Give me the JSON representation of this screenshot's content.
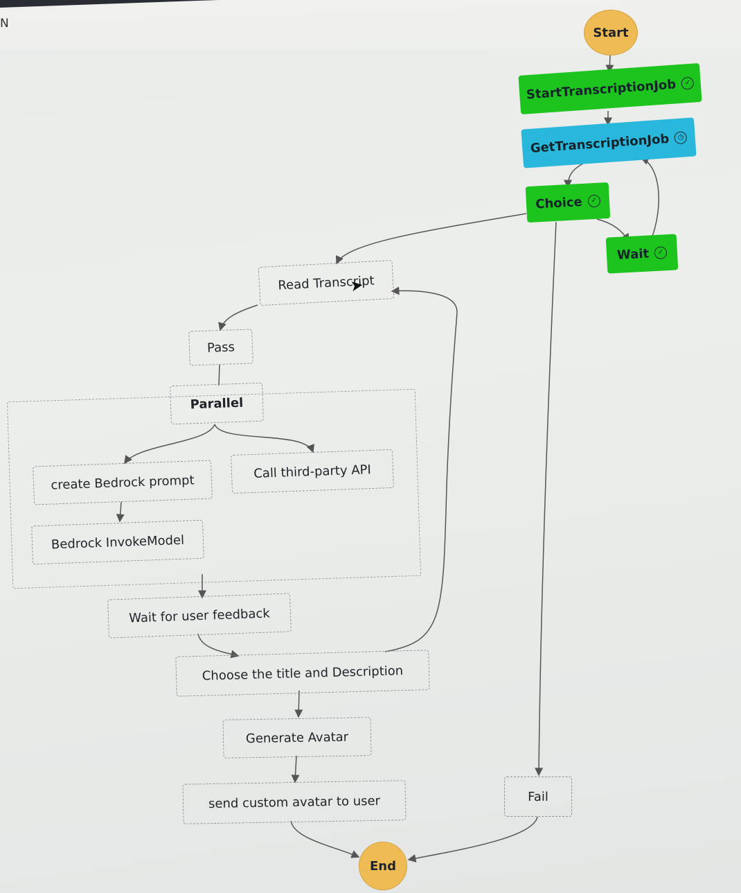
{
  "corner_text": "N",
  "nodes": {
    "start": "Start",
    "start_transcription_job": "StartTranscriptionJob",
    "get_transcription_job": "GetTranscriptionJob",
    "choice": "Choice",
    "wait": "Wait",
    "read_transcript": "Read Transcript",
    "pass": "Pass",
    "parallel": "Parallel",
    "create_bedrock_prompt": "create Bedrock prompt",
    "call_third_party_api": "Call third-party API",
    "bedrock_invoke_model": "Bedrock InvokeModel",
    "wait_for_user_feedback": "Wait for user feedback",
    "choose_title_description": "Choose the title and Description",
    "generate_avatar": "Generate Avatar",
    "send_custom_avatar": "send custom avatar to user",
    "fail": "Fail",
    "end": "End"
  },
  "icons": {
    "success": "check-circle-icon",
    "in_progress": "clock-icon",
    "cursor": "mouse-cursor-icon"
  },
  "colors": {
    "succeeded": "#1ec41e",
    "in_progress": "#2ab7dc",
    "terminal": "#eebb55"
  }
}
